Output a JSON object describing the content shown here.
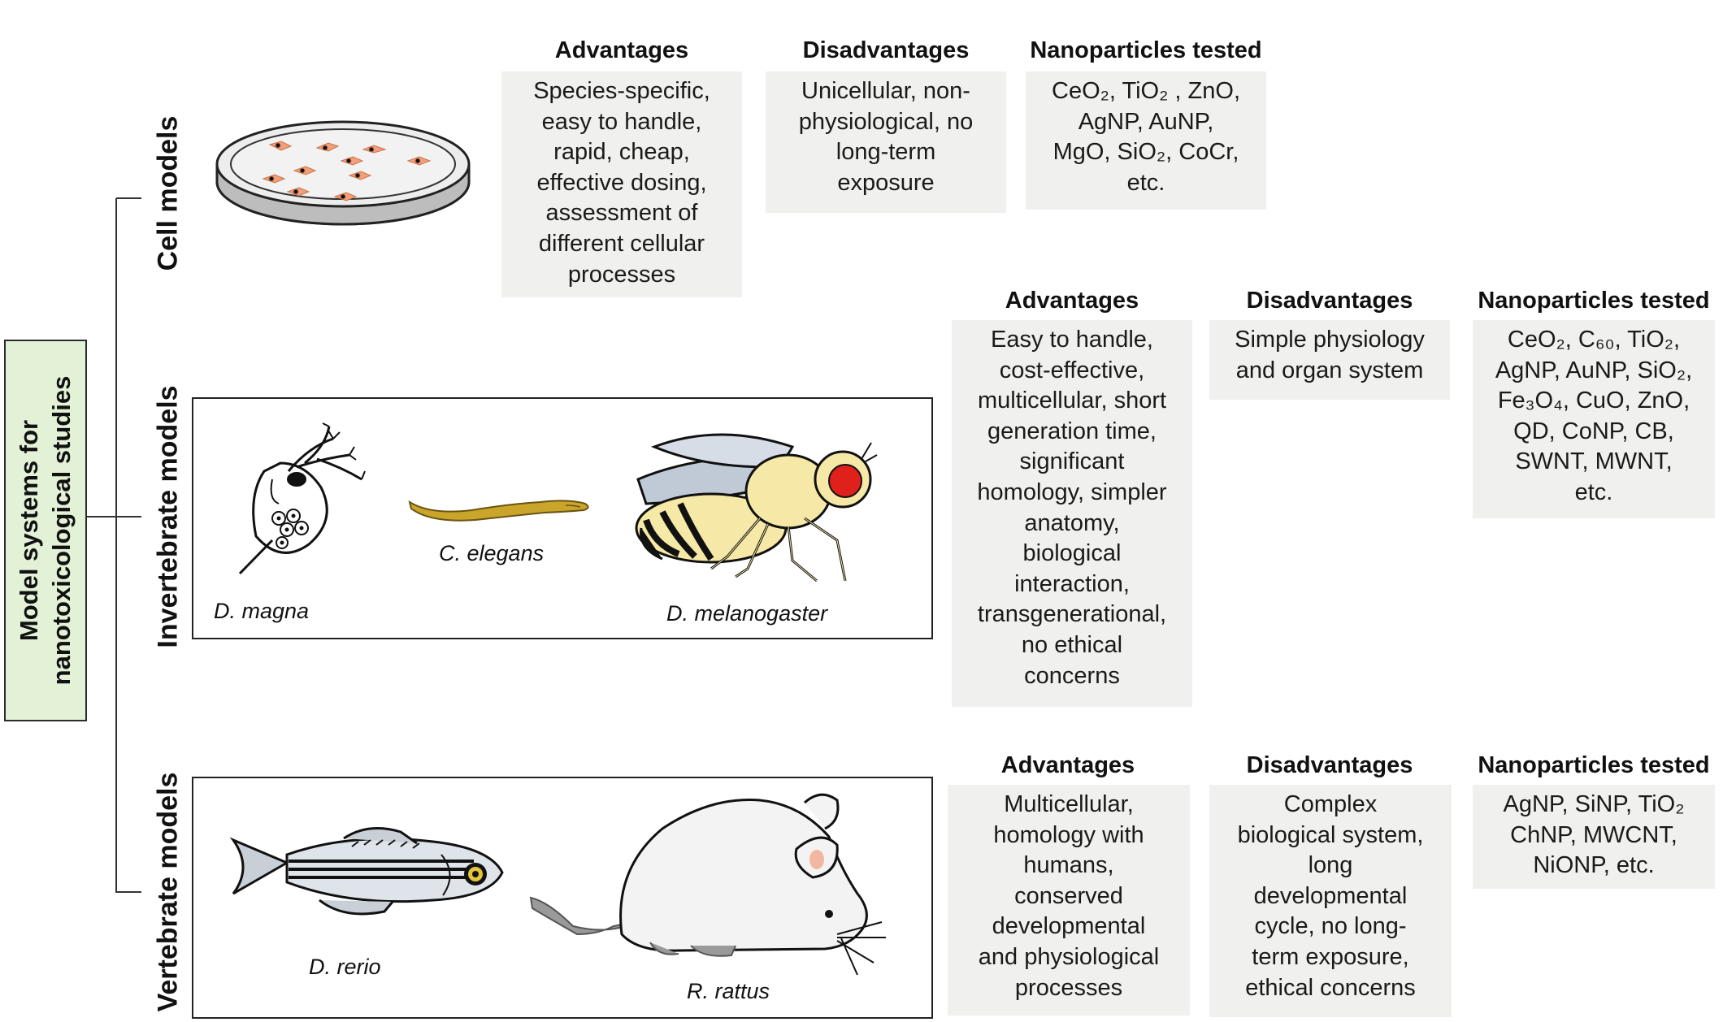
{
  "root": {
    "line1": "Model systems for",
    "line2": "nanotoxicological studies"
  },
  "sections": {
    "cell": {
      "label": "Cell models",
      "advantages_title": "Advantages",
      "disadvantages_title": "Disadvantages",
      "nanoparticles_title": "Nanoparticles tested",
      "advantages_lines": [
        "Species-specific,",
        "easy to handle,",
        "rapid, cheap,",
        "effective dosing,",
        "assessment of",
        "different cellular",
        "processes"
      ],
      "disadvantages_lines": [
        "Unicellular, non-",
        "physiological, no",
        "long-term",
        "exposure"
      ],
      "nanoparticles_lines": [
        "CeO₂, TiO₂ , ZnO,",
        "AgNP, AuNP,",
        "MgO, SiO₂, CoCr,",
        "etc."
      ]
    },
    "invertebrate": {
      "label": "Invertebrate models",
      "advantages_title": "Advantages",
      "disadvantages_title": "Disadvantages",
      "nanoparticles_title": "Nanoparticles tested",
      "advantages_lines": [
        "Easy to handle,",
        "cost-effective,",
        "multicellular, short",
        "generation time,",
        "significant",
        "homology, simpler",
        "anatomy,",
        "biological",
        "interaction,",
        "transgenerational,",
        "no ethical",
        "concerns"
      ],
      "disadvantages_lines": [
        "Simple physiology",
        "and organ system"
      ],
      "nanoparticles_lines": [
        "CeO₂, C₆₀, TiO₂,",
        "AgNP, AuNP, SiO₂,",
        "Fe₃O₄, CuO, ZnO,",
        "QD, CoNP, CB,",
        "SWNT, MWNT,",
        "etc."
      ],
      "species": [
        "D. magna",
        "C. elegans",
        "D. melanogaster"
      ]
    },
    "vertebrate": {
      "label": "Vertebrate models",
      "advantages_title": "Advantages",
      "disadvantages_title": "Disadvantages",
      "nanoparticles_title": "Nanoparticles tested",
      "advantages_lines": [
        "Multicellular,",
        "homology with",
        "humans,",
        "conserved",
        "developmental",
        "and physiological",
        "processes"
      ],
      "disadvantages_lines": [
        "Complex",
        "biological system,",
        "long",
        "developmental",
        "cycle, no long-",
        "term exposure,",
        "ethical concerns"
      ],
      "nanoparticles_lines": [
        "AgNP, SiNP, TiO₂",
        "ChNP, MWCNT,",
        "NiONP, etc."
      ],
      "species": [
        "D. rerio",
        "R. rattus"
      ]
    }
  },
  "colors": {
    "root_fill": "#e3f2d7",
    "cell_fill": "#f0f0ee",
    "fly_yellow": "#f6e8a6",
    "fly_eye": "#e0201b",
    "worm": "#c9a52c",
    "cell_orange": "#f2a07a"
  }
}
